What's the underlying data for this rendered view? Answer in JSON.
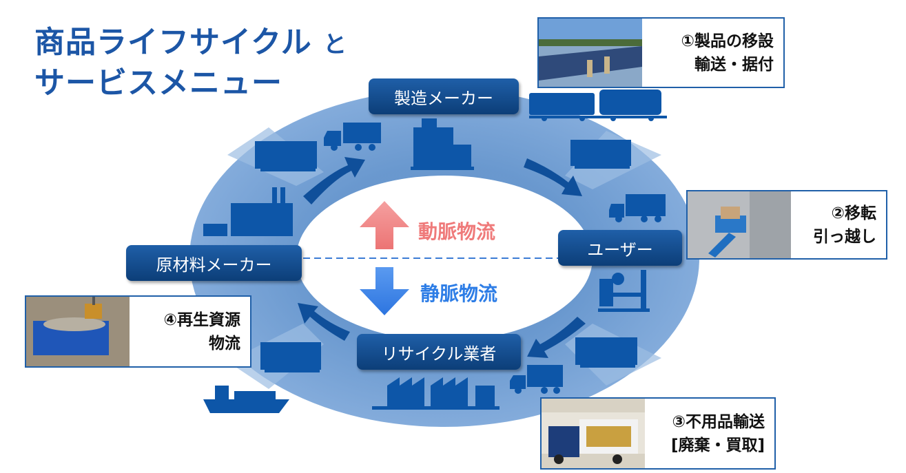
{
  "title": {
    "line1_main": "商品ライフサイクル",
    "line1_connector": "と",
    "line2": "サービスメニュー"
  },
  "nodes": {
    "manufacturer": "製造メーカー",
    "user": "ユーザー",
    "recycler": "リサイクル業者",
    "raw_material": "原材料メーカー"
  },
  "flows": {
    "arterial": "動脈物流",
    "venous": "静脈物流"
  },
  "services": [
    {
      "line1": "①製品の移設",
      "line2": "輸送・据付"
    },
    {
      "line1": "②移転",
      "line2": "引っ越し"
    },
    {
      "line1": "③不用品輸送",
      "line2": "[廃棄・買取]"
    },
    {
      "line1": "④再生資源",
      "line2": "物流"
    }
  ],
  "colors": {
    "ring": "#5b8fcc",
    "node": "#0f4682",
    "icon": "#0d56a8",
    "arrow_up": "#f08a8a",
    "arrow_down": "#3f86e6",
    "title": "#1c56a6"
  },
  "icons": [
    "truck-icon",
    "factory-icon",
    "building-icon",
    "server-rack-icon",
    "ship-icon",
    "office-worker-icon",
    "cargo-train-icon"
  ]
}
